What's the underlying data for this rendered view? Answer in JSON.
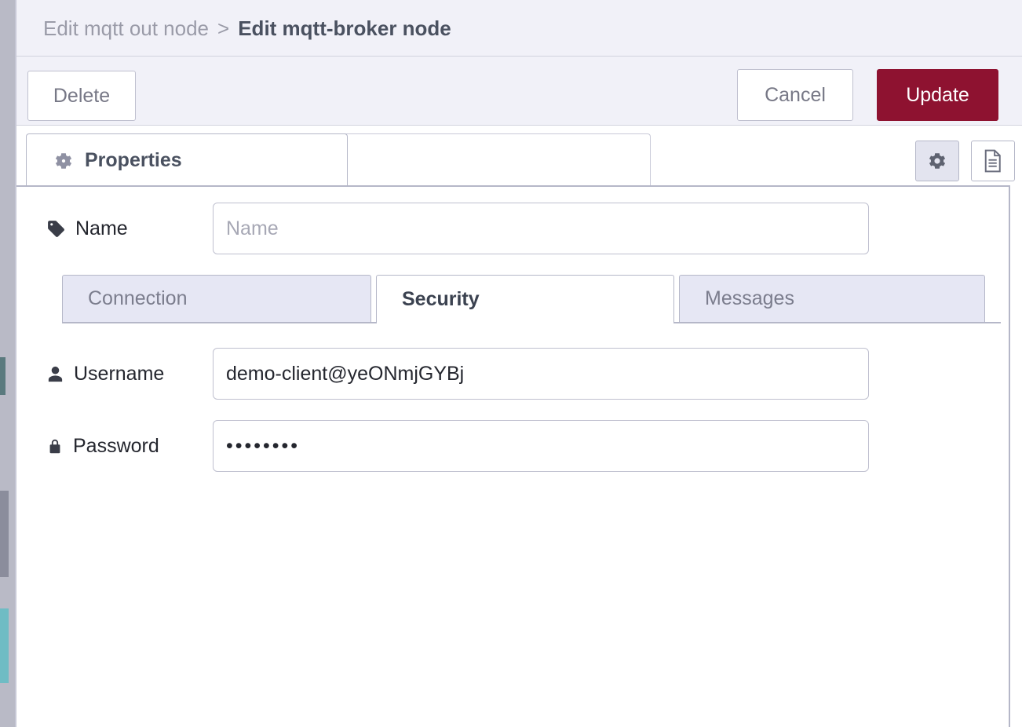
{
  "breadcrumb": {
    "parent": "Edit mqtt out node",
    "separator": ">",
    "current": "Edit mqtt-broker node"
  },
  "toolbar": {
    "delete_label": "Delete",
    "cancel_label": "Cancel",
    "update_label": "Update",
    "update_color": "#8e1230"
  },
  "tabs": {
    "properties_label": "Properties",
    "properties_icon": "gear-icon",
    "edit_icon": "gear-icon",
    "description_icon": "document-icon"
  },
  "form": {
    "name": {
      "label": "Name",
      "icon": "tag-icon",
      "value": "",
      "placeholder": "Name"
    },
    "username": {
      "label": "Username",
      "icon": "user-icon",
      "value": "demo-client@yeONmjGYBj",
      "placeholder": ""
    },
    "password": {
      "label": "Password",
      "icon": "lock-icon",
      "masked_value": "••••••••",
      "placeholder": ""
    }
  },
  "subtabs": [
    {
      "label": "Connection",
      "active": false
    },
    {
      "label": "Security",
      "active": true
    },
    {
      "label": "Messages",
      "active": false
    }
  ]
}
